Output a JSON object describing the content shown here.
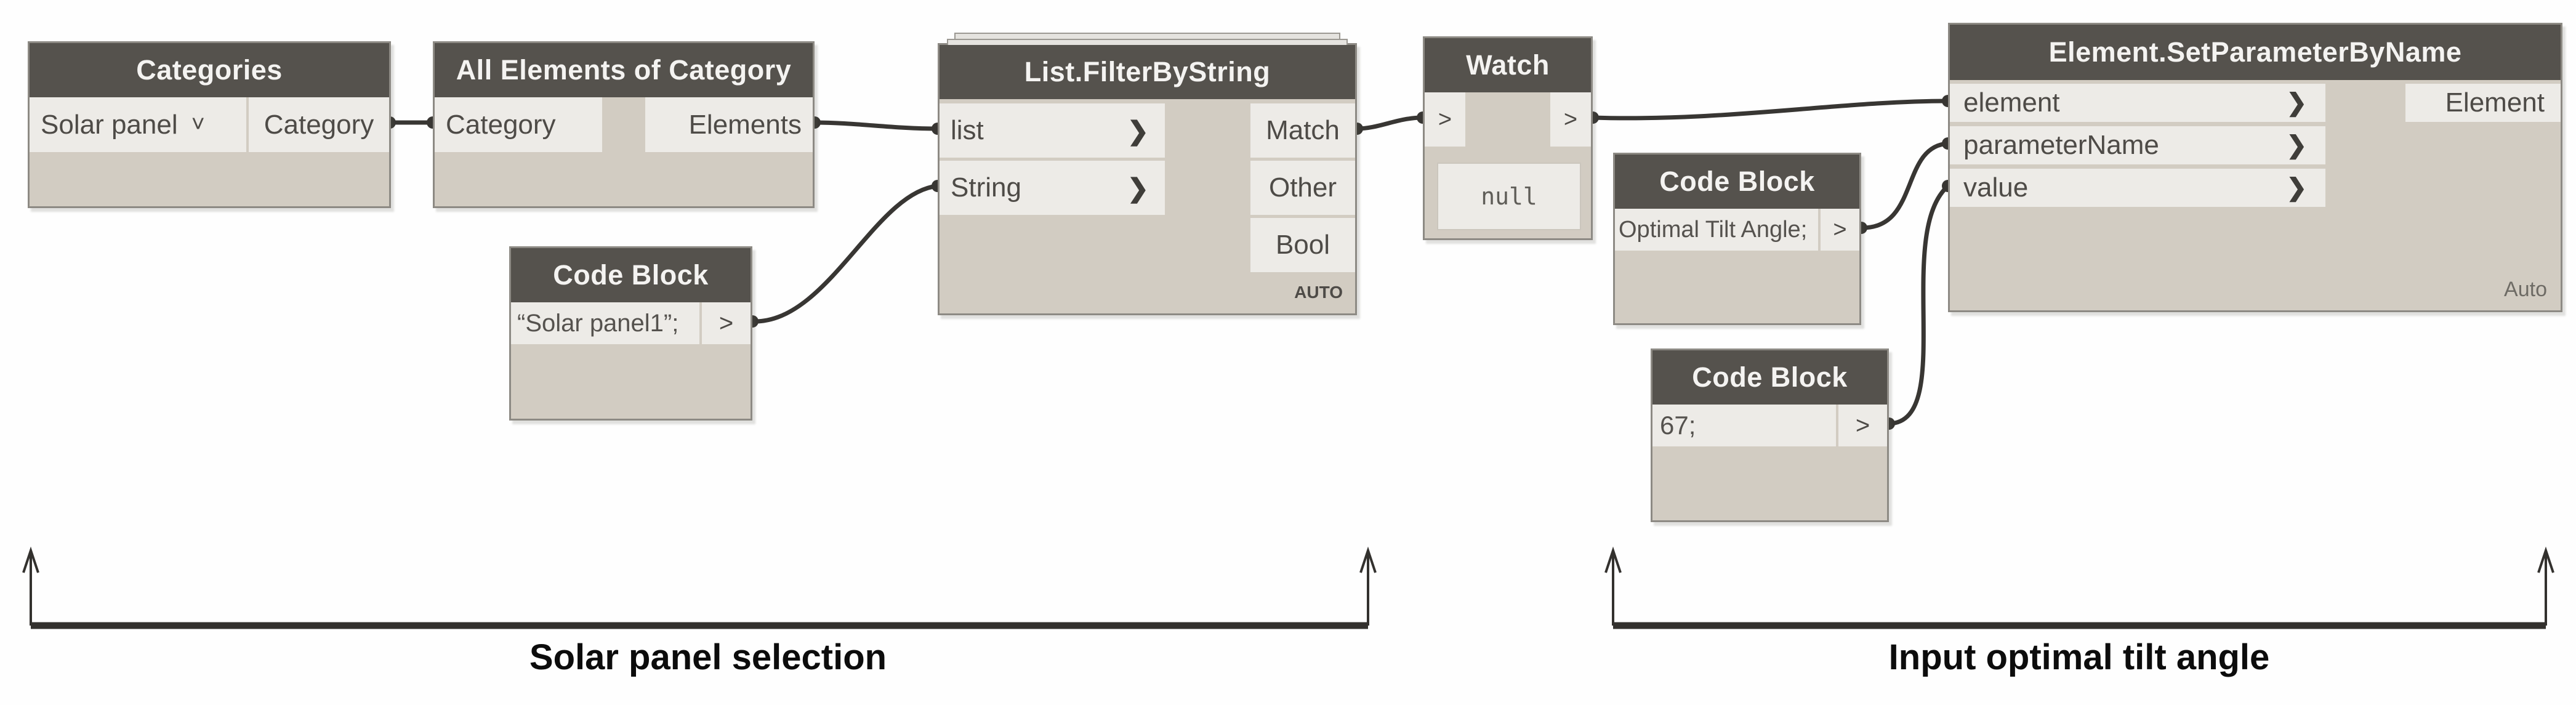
{
  "icons": {
    "chevron_bold": "❯",
    "chevron_plain": ">",
    "dropdown_caret": "˅"
  },
  "nodes": {
    "categories": {
      "title": "Categories",
      "dropdown_value": "Solar panel",
      "output": "Category"
    },
    "all_elements": {
      "title": "All Elements of Category",
      "input": "Category",
      "output": "Elements"
    },
    "code1": {
      "title": "Code Block",
      "code": "“Solar panel1”;"
    },
    "filter": {
      "title": "List.FilterByString",
      "inputs": [
        "list",
        "String"
      ],
      "outputs": [
        "Match",
        "Other",
        "Bool"
      ],
      "lacing": "AUTO"
    },
    "watch": {
      "title": "Watch",
      "input": ">",
      "output": ">",
      "value": "null"
    },
    "code2": {
      "title": "Code Block",
      "code": "Optimal Tilt Angle;"
    },
    "code3": {
      "title": "Code Block",
      "code": "67;"
    },
    "setparam": {
      "title": "Element.SetParameterByName",
      "inputs": [
        "element",
        "parameterName",
        "value"
      ],
      "output": "Element",
      "lacing": "Auto"
    }
  },
  "annotations": {
    "left_label": "Solar panel selection",
    "right_label": "Input optimal tilt angle"
  },
  "colors": {
    "node_header": "#55524d",
    "node_body": "#d2ccc2",
    "port_cell": "#edebe7",
    "wire": "#383633",
    "annotation_text": "#0c0c0c"
  }
}
